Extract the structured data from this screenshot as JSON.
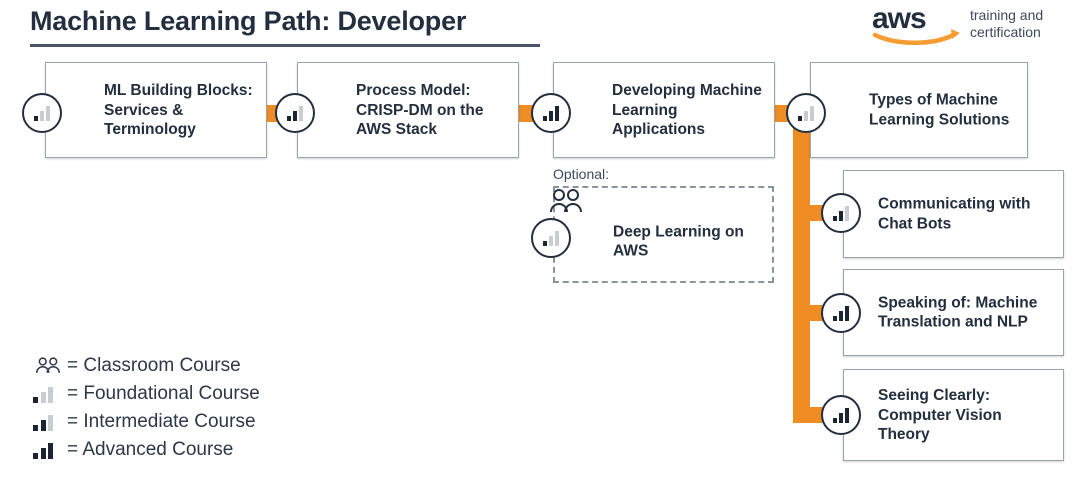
{
  "header": {
    "title": "Machine Learning Path: Developer",
    "logo": {
      "wordmark": "aws",
      "line1": "training and",
      "line2": "certification"
    }
  },
  "colors": {
    "orange": "#ef8c23",
    "navy": "#232f3e",
    "bar_inactive": "#c9ccd1",
    "box_border": "#9aa3af"
  },
  "path": {
    "main_row": [
      {
        "title": "ML Building Blocks: Services & Terminology",
        "level": "foundational",
        "icon": "foundational-bars-icon"
      },
      {
        "title": "Process Model: CRISP-DM on the AWS Stack",
        "level": "intermediate",
        "icon": "intermediate-bars-icon"
      },
      {
        "title": "Developing Machine Learning Applications",
        "level": "advanced",
        "icon": "advanced-bars-icon"
      },
      {
        "title": "Types of Machine Learning Solutions",
        "level": "foundational",
        "icon": "foundational-bars-icon"
      }
    ],
    "optional": {
      "label": "Optional:",
      "course": {
        "title": "Deep Learning on AWS",
        "level": "foundational",
        "icon": "foundational-bars-icon",
        "classroom_icon": "classroom-people-icon"
      }
    },
    "branch_column": [
      {
        "title": "Communicating with Chat Bots",
        "level": "intermediate",
        "icon": "intermediate-bars-icon"
      },
      {
        "title": "Speaking of: Machine Translation and NLP",
        "level": "advanced",
        "icon": "advanced-bars-icon"
      },
      {
        "title": "Seeing Clearly: Computer Vision Theory",
        "level": "advanced",
        "icon": "advanced-bars-icon"
      }
    ]
  },
  "legend": {
    "items": [
      {
        "glyph": "classroom-people-icon",
        "text": "= Classroom Course"
      },
      {
        "glyph": "foundational-bars-icon",
        "text": "= Foundational Course"
      },
      {
        "glyph": "intermediate-bars-icon",
        "text": "= Intermediate Course"
      },
      {
        "glyph": "advanced-bars-icon",
        "text": "= Advanced Course"
      }
    ]
  }
}
